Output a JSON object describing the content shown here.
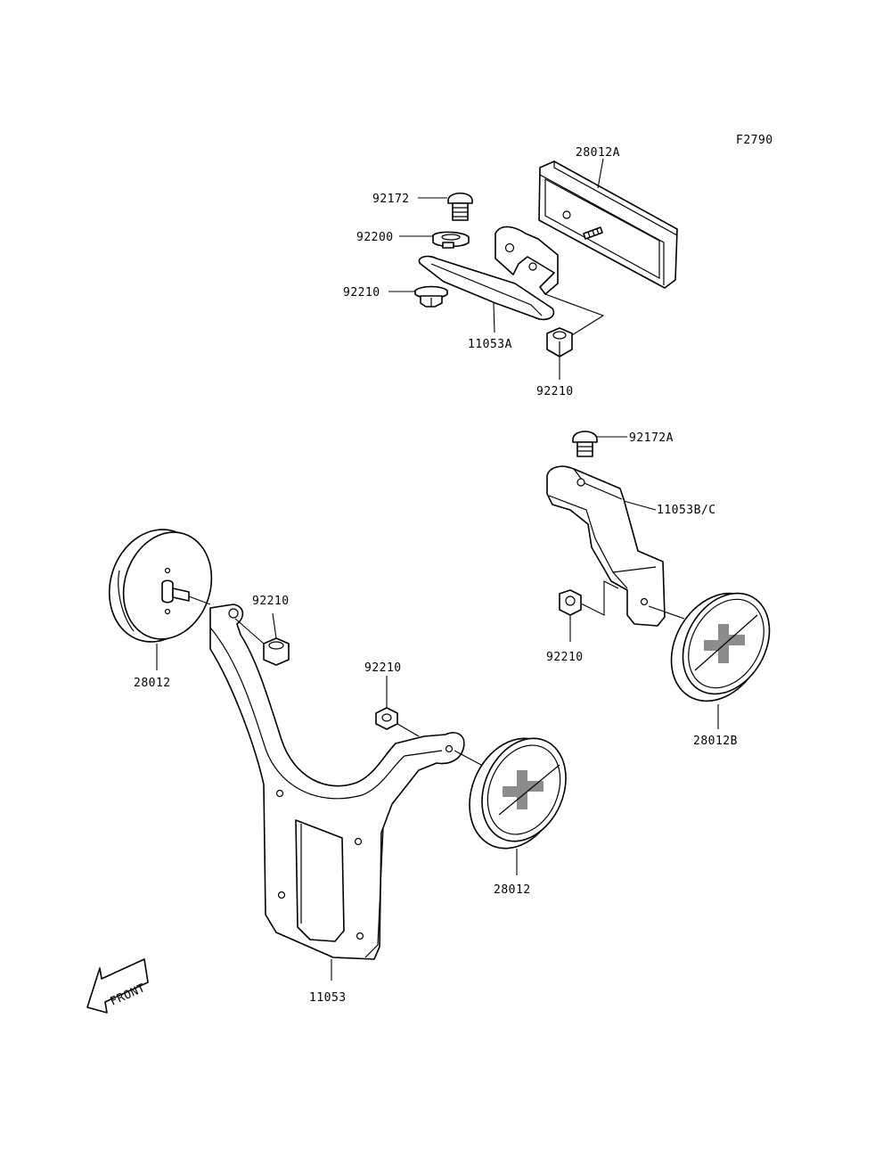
{
  "figure_id": "F2790",
  "labels": {
    "rear_reflector": "28012A",
    "bolt_top": "92172",
    "washer_top": "92200",
    "nut_top_left": "92210",
    "bracket_top": "11053A",
    "nut_top_bottom": "92210",
    "bolt_right": "92172A",
    "bracket_right": "11053B/C",
    "nut_right": "92210",
    "reflector_right": "28012B",
    "reflector_left": "28012",
    "nut_left_upper": "92210",
    "nut_left_mid": "92210",
    "reflector_center": "28012",
    "bracket_main": "11053"
  },
  "front_indicator": "FRONT"
}
